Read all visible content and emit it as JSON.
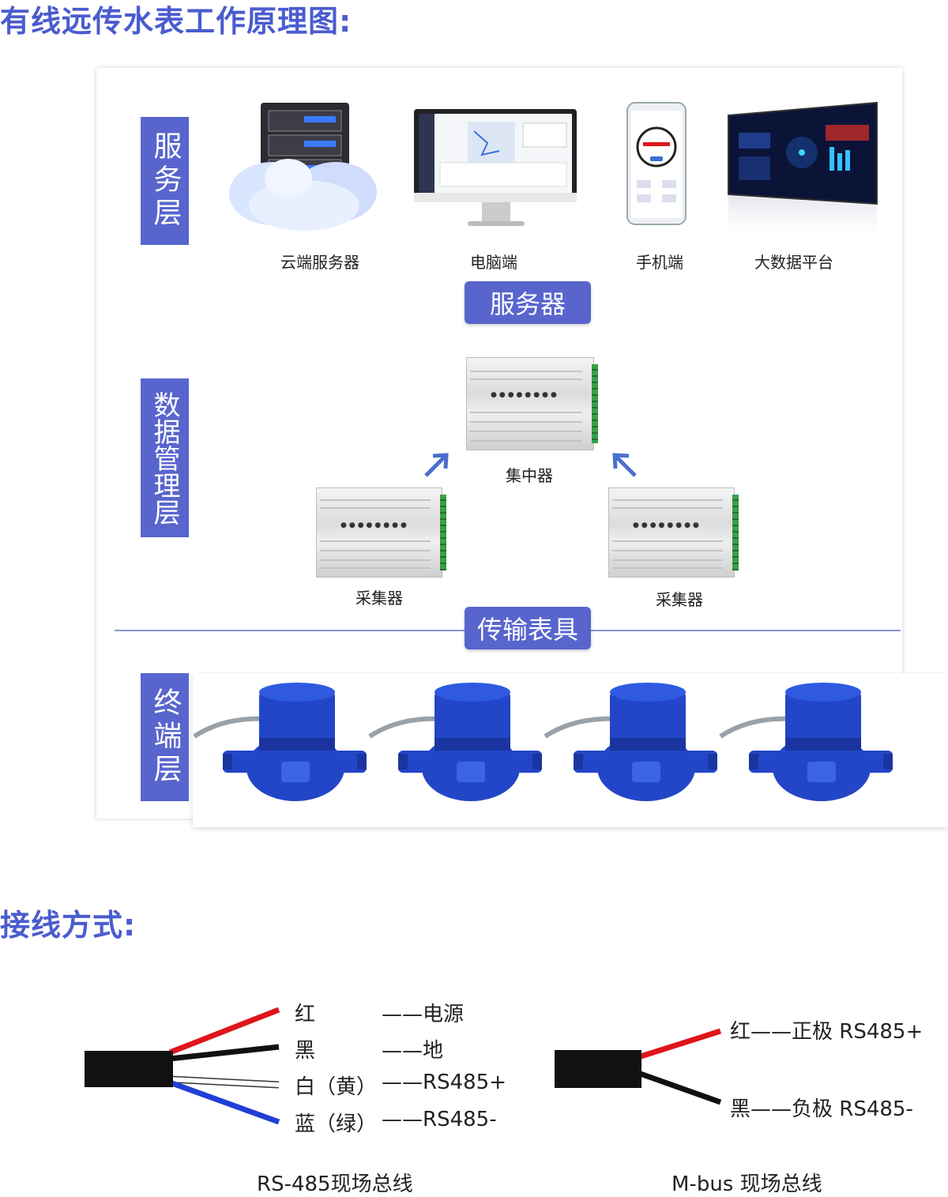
{
  "headings": {
    "principle": "有线远传水表工作原理图:",
    "wiring": "接线方式:"
  },
  "layers": {
    "service": "服务层",
    "data": "数据管理层",
    "terminal": "终端层"
  },
  "service_items": [
    {
      "label": "云端服务器",
      "icon": "cloud-server-icon"
    },
    {
      "label": "电脑端",
      "icon": "desktop-monitor-icon"
    },
    {
      "label": "手机端",
      "icon": "mobile-phone-icon"
    },
    {
      "label": "大数据平台",
      "icon": "big-data-screen-icon"
    }
  ],
  "pills": {
    "server": "服务器",
    "transmission": "传输表具"
  },
  "devices": {
    "concentrator": "集中器",
    "collector_left": "采集器",
    "collector_right": "采集器"
  },
  "meters": [
    {
      "icon": "water-meter-icon"
    },
    {
      "icon": "water-meter-icon"
    },
    {
      "icon": "water-meter-icon"
    },
    {
      "icon": "water-meter-icon"
    }
  ],
  "rs485": {
    "caption": "RS-485现场总线",
    "wires": [
      {
        "color": "红",
        "desc": "——电源",
        "hex": "#e0141b"
      },
      {
        "color": "黑",
        "desc": "——地",
        "hex": "#111111"
      },
      {
        "color": "白（黄）",
        "desc": "——RS485+",
        "hex": "#ffffff"
      },
      {
        "color": "蓝（绿）",
        "desc": "——RS485-",
        "hex": "#1f3fd6"
      }
    ]
  },
  "mbus": {
    "caption": "M-bus 现场总线",
    "wires": [
      {
        "text": "红——正极 RS485+",
        "hex": "#e0141b"
      },
      {
        "text": "黑——负极 RS485-",
        "hex": "#111111"
      }
    ]
  },
  "colors": {
    "accent": "#5865cd",
    "heading": "#4a5ccf",
    "arrow": "#4a6fd0",
    "meter_blue": "#2346c8"
  }
}
